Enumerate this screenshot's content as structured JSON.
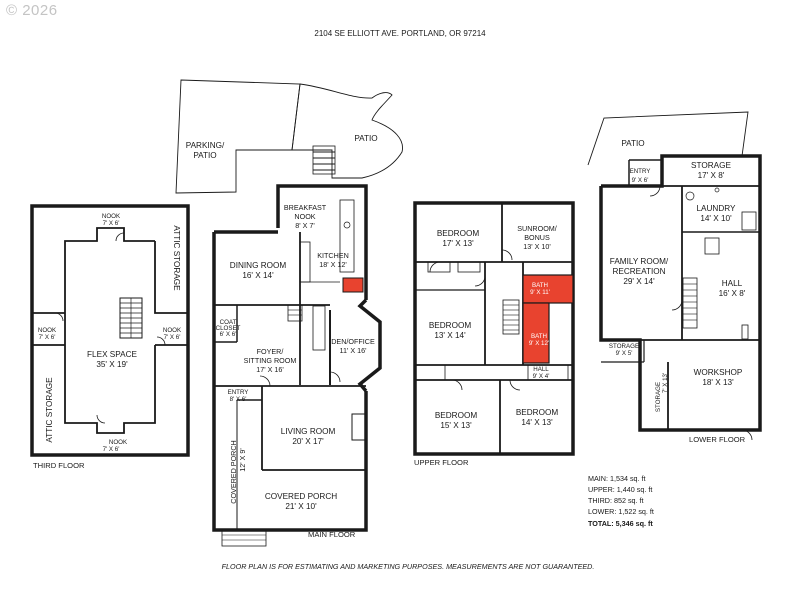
{
  "watermark": "© 2026",
  "address": "2104 SE ELLIOTT AVE. PORTLAND, OR 97214",
  "disclaimer": "FLOOR PLAN IS FOR ESTIMATING AND MARKETING PURPOSES. MEASUREMENTS ARE NOT GUARANTEED.",
  "colors": {
    "bath": "#e8432f",
    "wall": "#1a1a1a"
  },
  "floors": {
    "third": "THIRD FLOOR",
    "main": "MAIN FLOOR",
    "upper": "UPPER FLOOR",
    "lower": "LOWER FLOOR"
  },
  "rooms": {
    "third": {
      "nook_top": {
        "name": "NOOK",
        "dim": "7' X 6'"
      },
      "nook_left": {
        "name": "NOOK",
        "dim": "7' X 6'"
      },
      "nook_right": {
        "name": "NOOK",
        "dim": "7' X 6'"
      },
      "nook_bottom": {
        "name": "NOOK",
        "dim": "7' X 6'"
      },
      "flex": {
        "name": "FLEX SPACE",
        "dim": "35' X 19'"
      },
      "attic_right": "ATTIC STORAGE",
      "attic_left": "ATTIC STORAGE"
    },
    "main": {
      "parking": {
        "line1": "PARKING/",
        "line2": "PATIO"
      },
      "patio": "PATIO",
      "breakfast": {
        "line1": "BREAKFAST",
        "line2": "NOOK",
        "dim": "8' X 7'"
      },
      "kitchen": {
        "name": "KITCHEN",
        "dim": "18' X 12'"
      },
      "dining": {
        "name": "DINING ROOM",
        "dim": "16' X 14'"
      },
      "coat": {
        "line1": "COAT",
        "line2": "CLOSET",
        "dim": "6' X 6'"
      },
      "foyer": {
        "line1": "FOYER/",
        "line2": "SITTING ROOM",
        "dim": "17' X 16'"
      },
      "den": {
        "name": "DEN/OFFICE",
        "dim": "11' X 16'"
      },
      "entry": {
        "name": "ENTRY",
        "dim": "8' X 6'"
      },
      "living": {
        "name": "LIVING ROOM",
        "dim": "20' X 17'"
      },
      "covered_side": {
        "name": "COVERED PORCH",
        "dim": "12' X 9'"
      },
      "covered_front": {
        "name": "COVERED PORCH",
        "dim": "21' X 10'"
      }
    },
    "upper": {
      "bed_nw": {
        "name": "BEDROOM",
        "dim": "17' X 13'"
      },
      "sunroom": {
        "line1": "SUNROOM/",
        "line2": "BONUS",
        "dim": "13' X 10'"
      },
      "bath_top": {
        "name": "BATH",
        "dim": "9' X 11'"
      },
      "bed_mid": {
        "name": "BEDROOM",
        "dim": "13' X 14'"
      },
      "bath_mid": {
        "name": "BATH",
        "dim": "9' X 12'"
      },
      "hall": {
        "name": "HALL",
        "dim": "9' X 4'"
      },
      "bed_sw": {
        "name": "BEDROOM",
        "dim": "15' X 13'"
      },
      "bed_se": {
        "name": "BEDROOM",
        "dim": "14' X 13'"
      }
    },
    "lower": {
      "patio": "PATIO",
      "entry": {
        "name": "ENTRY",
        "dim": "9' X 6'"
      },
      "storage_top": {
        "name": "STORAGE",
        "dim": "17' X 8'"
      },
      "laundry": {
        "name": "LAUNDRY",
        "dim": "14' X 10'"
      },
      "family": {
        "line1": "FAMILY ROOM/",
        "line2": "RECREATION",
        "dim": "29' X 14'"
      },
      "hall": {
        "name": "HALL",
        "dim": "16' X 8'"
      },
      "storage_small": {
        "name": "STORAGE",
        "dim": "9' X 5'"
      },
      "workshop": {
        "name": "WORKSHOP",
        "dim": "18' X 13'"
      },
      "storage_vert": {
        "name": "STORAGE",
        "dim": "7' X 13'"
      }
    }
  },
  "summary": {
    "main": "MAIN: 1,534 sq. ft",
    "upper": "UPPER: 1,440 sq. ft",
    "third": "THIRD: 852 sq. ft",
    "lower": "LOWER: 1,522 sq. ft",
    "total": "TOTAL: 5,346 sq. ft"
  }
}
